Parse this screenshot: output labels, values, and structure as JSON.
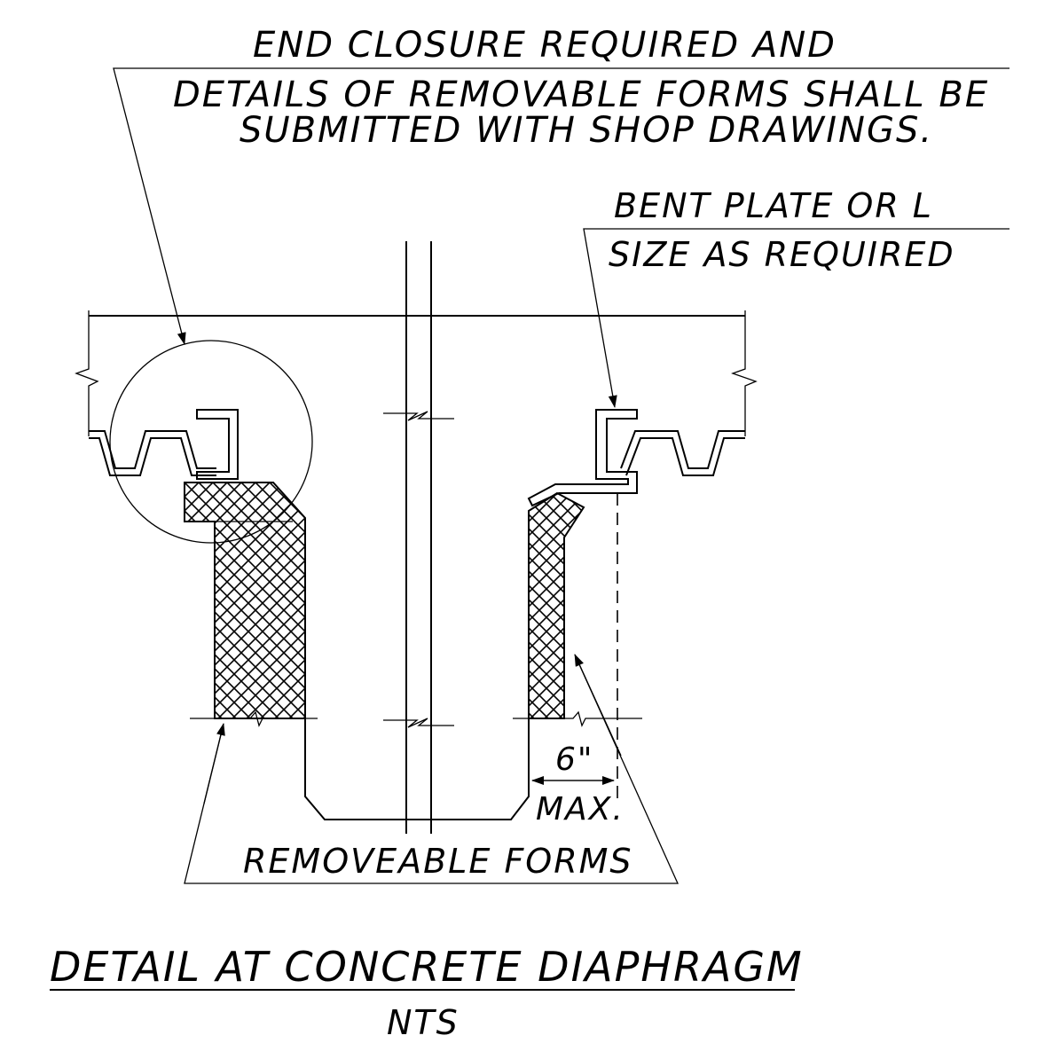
{
  "notes": {
    "end_closure_line1": "END CLOSURE REQUIRED AND",
    "end_closure_line2": "DETAILS OF REMOVABLE FORMS SHALL BE",
    "end_closure_line3": "SUBMITTED WITH SHOP DRAWINGS.",
    "bent_plate_line1": "BENT PLATE OR L",
    "bent_plate_line2": "SIZE AS REQUIRED",
    "removeable_forms": "REMOVEABLE FORMS",
    "dim_value": "6\"",
    "dim_suffix": "MAX."
  },
  "title": {
    "main": "DETAIL AT CONCRETE DIAPHRAGM",
    "scale": "NTS"
  }
}
